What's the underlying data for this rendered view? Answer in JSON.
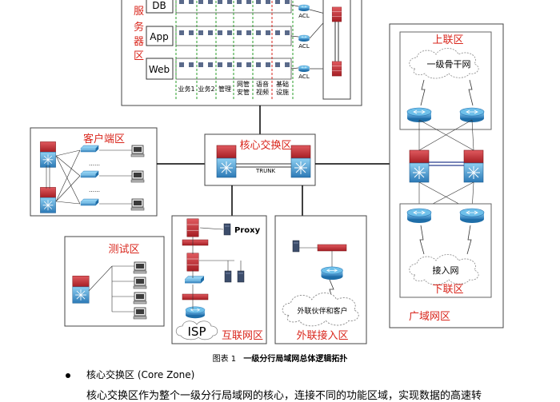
{
  "server_zone": {
    "title": "服务器区",
    "rows": [
      "DB",
      "App",
      "Web"
    ],
    "acl_label": "ACL",
    "columns": [
      "业务1",
      "业务2",
      "管理",
      "网管\n安管",
      "语音\n视频",
      "基础\n设施"
    ]
  },
  "client_zone": {
    "title": "客户端区"
  },
  "core_zone": {
    "title": "核心交换区",
    "trunk": "TRUNK"
  },
  "test_zone": {
    "title": "测试区"
  },
  "internet_zone": {
    "title": "互联网区",
    "proxy": "Proxy",
    "isp": "ISP"
  },
  "external_zone": {
    "title": "外联接入区",
    "partner": "外联伙伴和客户"
  },
  "wan_zone": {
    "title": "广域网区",
    "uplink_title": "上联区",
    "backbone": "一级骨干网",
    "downlink_title": "下联区",
    "access_net": "接入网"
  },
  "caption": {
    "label": "图表 1",
    "text": "一级分行局域网总体逻辑拓扑"
  },
  "bullet": {
    "text": "核心交换区 (Core Zone)"
  },
  "body": {
    "text": "核心交换区作为整个一级分行局域网的核心，连接不同的功能区域，实现数据的高速转"
  },
  "colors": {
    "zone_title": "#d9261c",
    "device_red": "#c0272d",
    "device_blue": "#3a8fc6",
    "green_dash": "#2a9d2a"
  }
}
